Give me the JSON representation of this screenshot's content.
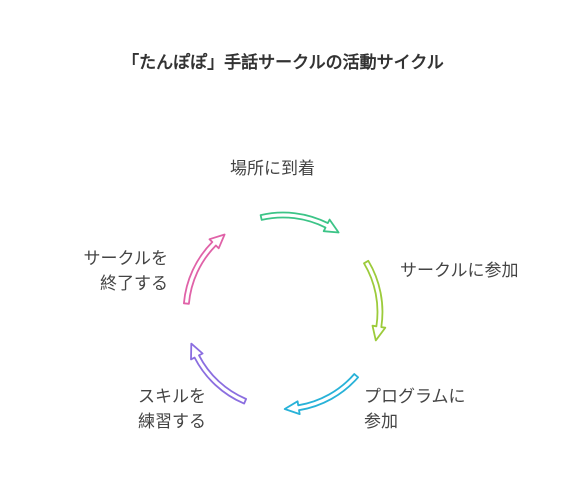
{
  "title": "「たんぽぽ」手話サークルの活動サイクル",
  "steps": [
    {
      "lines": [
        "場所に到着"
      ],
      "color": "#3cc487"
    },
    {
      "lines": [
        "サークルに参加"
      ],
      "color": "#9ccb3b"
    },
    {
      "lines": [
        "プログラムに",
        "参加"
      ],
      "color": "#28b2d8"
    },
    {
      "lines": [
        "スキルを",
        "練習する"
      ],
      "color": "#8b6ee0"
    },
    {
      "lines": [
        "サークルを",
        "終了する"
      ],
      "color": "#e062a8"
    }
  ]
}
